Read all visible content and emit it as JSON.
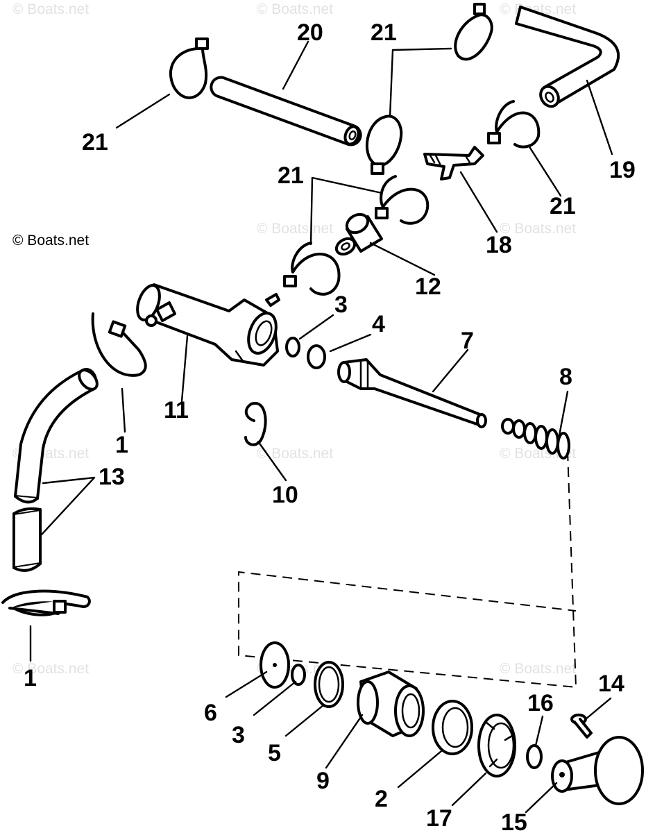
{
  "watermark": "© Boats.net",
  "labels": {
    "p1a": "1",
    "p1b": "1",
    "p2": "2",
    "p3a": "3",
    "p3b": "3",
    "p4": "4",
    "p5": "5",
    "p6": "6",
    "p7": "7",
    "p8": "8",
    "p9": "9",
    "p10": "10",
    "p11": "11",
    "p12": "12",
    "p13": "13",
    "p14": "14",
    "p15": "15",
    "p16": "16",
    "p17": "17",
    "p18": "18",
    "p19": "19",
    "p20": "20",
    "p21a": "21",
    "p21b": "21",
    "p21c": "21",
    "p21d": "21"
  }
}
